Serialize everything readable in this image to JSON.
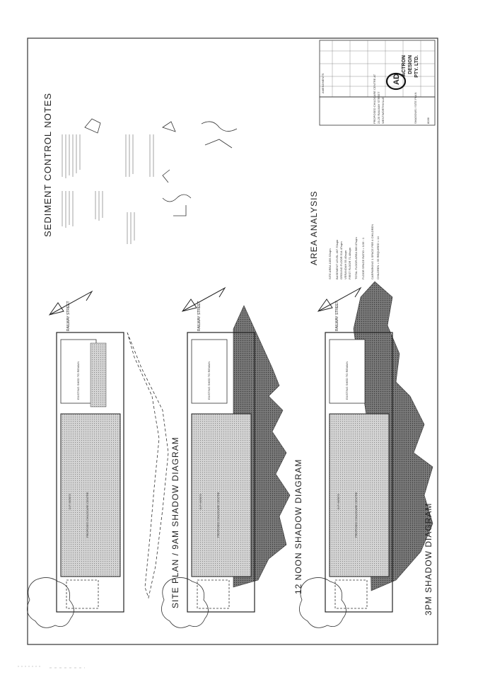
{
  "title_block": {
    "company_line1": "ACTRON",
    "company_line2": "DESIGN",
    "company_line3": "PTY. LTD.",
    "logo_letters": "AD",
    "amendments_heading": "AMENDMENTS",
    "project_line1": "PROPOSED CHILDCARE CENTRE AT",
    "project_line2": "23-25 RAILWAY STREET",
    "project_line3": "WENTWORTHVILLE",
    "drawing_title": "SHADOWS / SITE PLAN",
    "sheet_number": "8036"
  },
  "notes": {
    "sediment_heading": "SEDIMENT CONTROL NOTES",
    "area_heading": "AREA ANALYSIS",
    "area_rows": [
      "SITE AREA                1055.52sqm",
      "BASEMENT LEVEL            467.70sqm",
      "GROUND FLOOR              514.47sqm",
      "VERANDAH                   55.40sqm",
      "FIRST FLOOR                71.48sqm",
      "TOTAL FLOOR AREA          586.07sqm",
      "FLOOR SPACE RATIO = 0.56 : 1",
      "CARPARKING  1 SPACE PER 4 CHILDREN",
      "CHILDREN = 55   REQUIRED = 14"
    ]
  },
  "diagrams": [
    {
      "caption": "SITE PLAN / 9AM SHADOW DIAGRAM",
      "street": "RAILWAY STREET",
      "building_label": "PROPOSED CHILDCARE CENTRE",
      "lot_label": "D.P. 667873",
      "existing_label": "EXISTING SHED TO REMAIN"
    },
    {
      "caption": "12 NOON SHADOW DIAGRAM",
      "street": "RAILWAY STREET",
      "building_label": "PROPOSED CHILDCARE CENTRE",
      "lot_label": "D.P. 667873",
      "existing_label": "EXISTING SHED TO REMAIN"
    },
    {
      "caption": "3PM SHADOW DIAGRAM",
      "street": "RAILWAY STREET",
      "building_label": "PROPOSED CHILDCARE CENTRE",
      "lot_label": "D.P. 667873",
      "existing_label": "EXISTING SHED TO REMAIN"
    }
  ],
  "colors": {
    "ink": "#222222",
    "shadow": "#6b6b6b",
    "building": "#bdbdbd",
    "paper": "#ffffff"
  }
}
